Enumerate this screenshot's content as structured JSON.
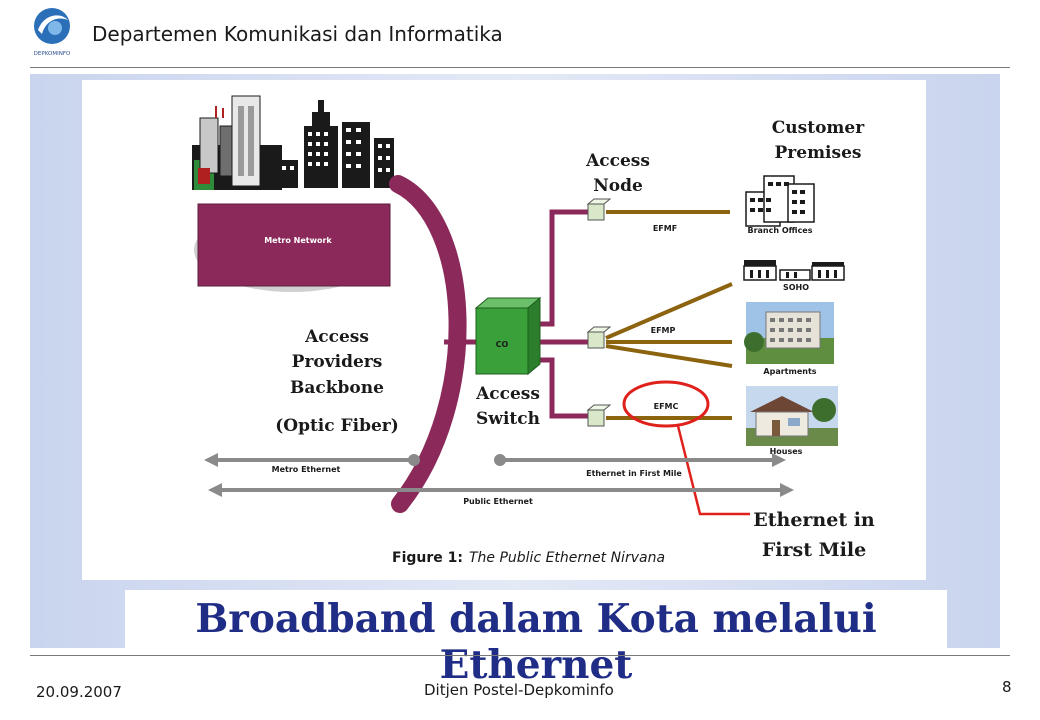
{
  "header": {
    "org_name": "Departemen Komunikasi dan Informatika",
    "logo_text": "DEPKOMINFO"
  },
  "diagram": {
    "labels": {
      "customer_premises": [
        "Customer",
        "Premises"
      ],
      "access_node": [
        "Access",
        "Node"
      ],
      "access_providers_backbone": [
        "Access",
        "Providers",
        "Backbone"
      ],
      "optic_fiber": "(Optic Fiber)",
      "access_switch": [
        "Access",
        "Switch"
      ],
      "ethernet_first_mile": [
        "Ethernet in",
        "First Mile"
      ],
      "figure_caption_bold": "Figure 1:",
      "figure_caption_italic": "The Public Ethernet Nirvana"
    },
    "small_labels": {
      "metro_network": "Metro Network",
      "co": "CO",
      "efmf": "EFMF",
      "efmp": "EFMP",
      "efmc": "EFMC",
      "branch_offices": "Branch Offices",
      "soho": "SOHO",
      "apartments": "Apartments",
      "houses": "Houses",
      "metro_ethernet": "Metro Ethernet",
      "ethernet_in_first_mile": "Ethernet in First Mile",
      "public_ethernet": "Public Ethernet"
    },
    "colors": {
      "metro": "#8b2a5a",
      "co_box": "#3aa13a",
      "links": "#8c6410",
      "highlight": "#e0201a",
      "title": "#1f2d86"
    }
  },
  "slide": {
    "title": "Broadband dalam Kota melalui Ethernet"
  },
  "footer": {
    "date": "20.09.2007",
    "center": "Ditjen Postel-Depkominfo",
    "page": "8"
  }
}
